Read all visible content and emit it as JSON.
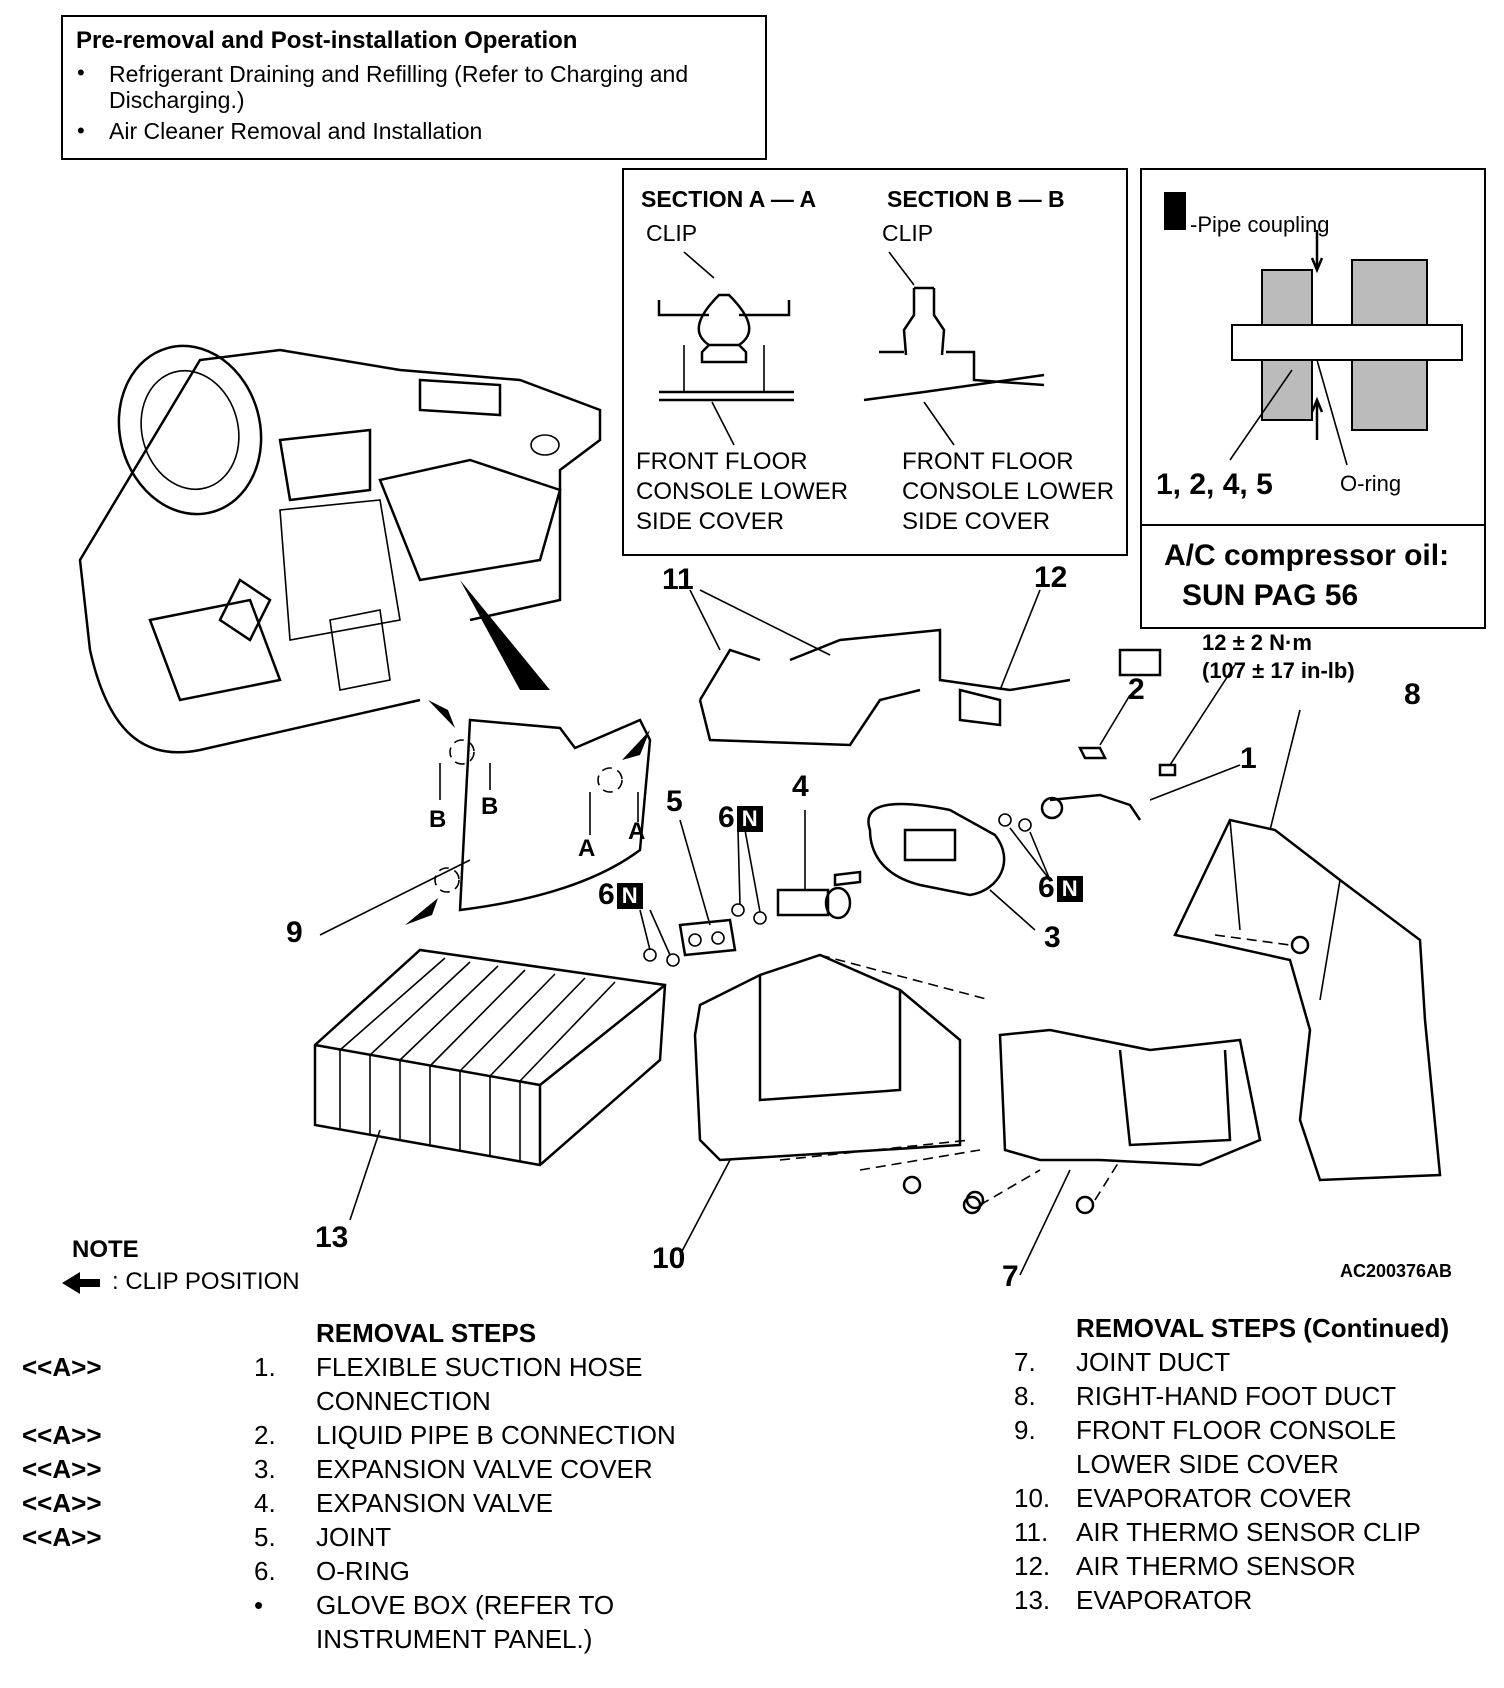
{
  "pre_removal": {
    "title": "Pre-removal and Post-installation Operation",
    "items": [
      "Refrigerant Draining and Refilling (Refer to Charging and Discharging.)",
      "Air Cleaner Removal and Installation"
    ]
  },
  "section_a": {
    "title": "SECTION A — A",
    "clip": "CLIP",
    "label_line1": "FRONT FLOOR",
    "label_line2": "CONSOLE LOWER",
    "label_line3": "SIDE COVER"
  },
  "section_b": {
    "title": "SECTION B — B",
    "clip": "CLIP",
    "label_line1": "FRONT FLOOR",
    "label_line2": "CONSOLE LOWER",
    "label_line3": "SIDE COVER"
  },
  "pipe_coupling": {
    "legend": "-Pipe coupling",
    "parts": "1, 2, 4, 5",
    "oring": "O-ring"
  },
  "oil": {
    "line1": "A/C compressor oil:",
    "line2": "SUN PAG 56"
  },
  "torque": {
    "line1": "12 ± 2 N·m",
    "line2": "(107 ± 17 in-lb)"
  },
  "callouts": {
    "c1": "1",
    "c2": "2",
    "c3": "3",
    "c4": "4",
    "c5": "5",
    "c6": "6",
    "c7": "7",
    "c8": "8",
    "c9": "9",
    "c10": "10",
    "c11": "11",
    "c12": "12",
    "c13": "13",
    "n_badge": "N",
    "a": "A",
    "b": "B"
  },
  "note": {
    "title": "NOTE",
    "text": ": CLIP POSITION"
  },
  "figure_code": "AC200376AB",
  "removal_left": {
    "title": "REMOVAL STEPS",
    "steps": [
      {
        "mark": "<<A>>",
        "num": "1.",
        "text": "FLEXIBLE SUCTION HOSE"
      },
      {
        "mark": "",
        "num": "",
        "text": "CONNECTION"
      },
      {
        "mark": "<<A>>",
        "num": "2.",
        "text": "LIQUID PIPE B CONNECTION"
      },
      {
        "mark": "<<A>>",
        "num": "3.",
        "text": "EXPANSION VALVE COVER"
      },
      {
        "mark": "<<A>>",
        "num": "4.",
        "text": "EXPANSION VALVE"
      },
      {
        "mark": "<<A>>",
        "num": "5.",
        "text": "JOINT"
      },
      {
        "mark": "",
        "num": "6.",
        "text": "O-RING"
      },
      {
        "mark": "",
        "num": "•",
        "text": "GLOVE BOX (REFER TO"
      },
      {
        "mark": "",
        "num": "",
        "text": "INSTRUMENT PANEL.)"
      }
    ]
  },
  "removal_right": {
    "title": "REMOVAL STEPS (Continued)",
    "steps": [
      {
        "num": "7.",
        "text": "JOINT DUCT"
      },
      {
        "num": "8.",
        "text": "RIGHT-HAND FOOT DUCT"
      },
      {
        "num": "9.",
        "text": "FRONT FLOOR CONSOLE"
      },
      {
        "num": "",
        "text": "LOWER SIDE COVER"
      },
      {
        "num": "10.",
        "text": "EVAPORATOR COVER"
      },
      {
        "num": "11.",
        "text": "AIR THERMO SENSOR CLIP"
      },
      {
        "num": "12.",
        "text": "AIR THERMO SENSOR"
      },
      {
        "num": "13.",
        "text": "EVAPORATOR"
      }
    ]
  }
}
